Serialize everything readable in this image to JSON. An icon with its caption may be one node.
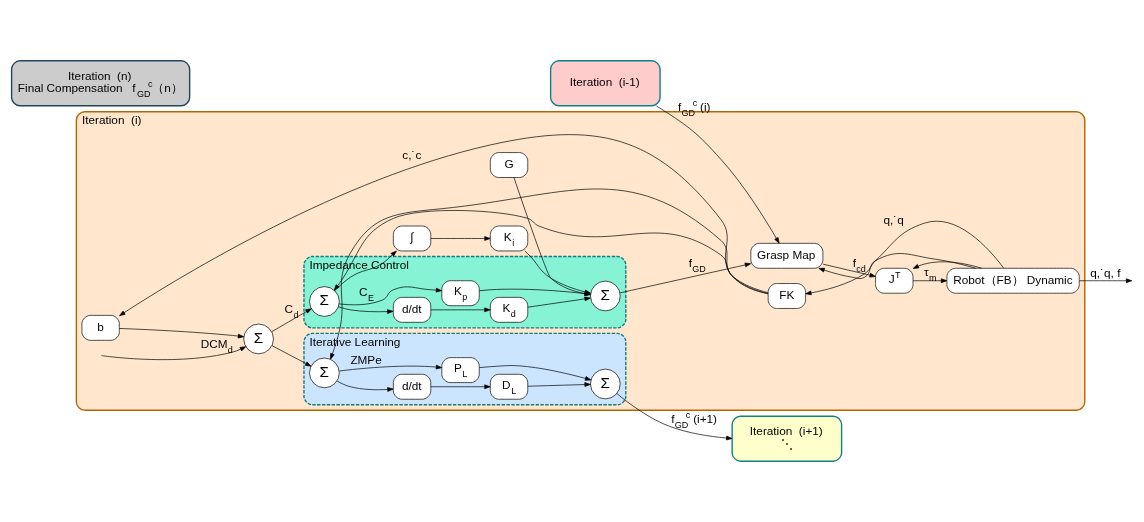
{
  "diagram": {
    "nodes": [
      {
        "text": [
          "Iteration  (i-1)"
        ]
      },
      {
        "text": [
          "Iteration  (i)"
        ]
      },
      {
        "text": [
          "Σ"
        ],
        "in": 1
      },
      {
        "text": [
          "b"
        ],
        "in": 1
      },
      {
        "text": [
          "Impedance Control"
        ],
        "in": 1
      },
      {
        "text": [
          "Σ"
        ],
        "in": 4
      },
      {
        "text": [
          "d/dt"
        ],
        "in": 4
      },
      {
        "text": [
          "K$_{d}$"
        ],
        "in": 4
      },
      {
        "text": [
          "K$_{p}$"
        ],
        "in": 4
      },
      {
        "text": [
          "Σ"
        ],
        "in": 4
      },
      {
        "text": [
          "∫"
        ],
        "in": 1
      },
      {
        "text": [
          "K$_{i}$"
        ],
        "in": 1
      },
      {
        "text": [
          "G"
        ],
        "in": 1
      },
      {
        "text": [
          "Grasp Map"
        ],
        "in": 1
      },
      {
        "text": [
          "J$^{T}$"
        ],
        "in": 1
      },
      {
        "text": [
          "Robot（FB） Dynamic"
        ],
        "in": 1
      },
      {
        "text": [
          "FK"
        ],
        "in": 1
      },
      {
        "text": [
          "Iterative Learning"
        ],
        "in": 1
      },
      {
        "text": [
          "Σ"
        ],
        "in": 17
      },
      {
        "text": [
          "d/dt"
        ],
        "in": 17
      },
      {
        "text": [
          "P$_{L}$"
        ],
        "in": 17
      },
      {
        "text": [
          "D$_{L}$"
        ],
        "in": 17
      },
      {
        "text": [
          "Σ"
        ],
        "in": 17
      },
      {
        "text": [
          "Iteration  (i+1)",
          "⋱"
        ]
      },
      {
        "text": [
          "Iteration  (n)",
          "Final Compensation   f$_{GD}$$^{c}$（n）"
        ]
      }
    ],
    "edges": [
      {
        "from": null,
        "to": 2,
        "arrow": "to",
        "label": "DCM$_{d}$"
      },
      {
        "from": 2,
        "to": 5,
        "arrow": "to",
        "label": "C$_{d}$"
      },
      {
        "from": 3,
        "to": 2,
        "arrow": "to"
      },
      {
        "from": 5,
        "to": 6,
        "arrow": "to"
      },
      {
        "from": 5,
        "to": 8,
        "arrow": "to",
        "label": "C$_{E}$"
      },
      {
        "from": 5,
        "to": 10,
        "arrow": "to"
      },
      {
        "from": 6,
        "to": 7,
        "arrow": "to"
      },
      {
        "from": 7,
        "to": 9,
        "arrow": "to"
      },
      {
        "from": 8,
        "to": 9,
        "arrow": "to"
      },
      {
        "from": 10,
        "to": 11,
        "arrow": "to"
      },
      {
        "from": 11,
        "to": 9,
        "arrow": "to"
      },
      {
        "from": 12,
        "to": 9,
        "arrow": "to"
      },
      {
        "from": 9,
        "to": 13,
        "arrow": "to",
        "label": "f$_{GD}$"
      },
      {
        "from": 0,
        "to": 13,
        "arrow": "to",
        "label": "f$_{GD}$$^{c}$  (i)"
      },
      {
        "from": 13,
        "to": 14,
        "arrow": "to",
        "label": "f$_{cd}$"
      },
      {
        "from": 14,
        "to": 15,
        "arrow": "to",
        "label": "τ$_{m}$"
      },
      {
        "from": 15,
        "to": null,
        "arrow": "to",
        "label": "q,˙q, f"
      },
      {
        "from": 15,
        "to": 16,
        "arrow": "to",
        "label": "q,˙q"
      },
      {
        "from": 15,
        "to": 13,
        "arrow": "to"
      },
      {
        "from": 15,
        "to": 14,
        "arrow": "to"
      },
      {
        "from": 16,
        "to": 3,
        "arrow": "to",
        "label": "c,˙c"
      },
      {
        "from": 16,
        "to": 5,
        "arrow": "to"
      },
      {
        "from": 16,
        "to": 18,
        "arrow": "to"
      },
      {
        "from": 2,
        "to": 18,
        "arrow": "to"
      },
      {
        "from": 18,
        "to": 20,
        "arrow": "to",
        "label": "ZMPe"
      },
      {
        "from": 18,
        "to": 19,
        "arrow": "to"
      },
      {
        "from": 19,
        "to": 21,
        "arrow": "to"
      },
      {
        "from": 20,
        "to": 22,
        "arrow": "to"
      },
      {
        "from": 21,
        "to": 22,
        "arrow": "to"
      },
      {
        "from": 22,
        "to": 23,
        "arrow": "to",
        "label": "f$_{GD}$$^{c}$  (i+1)"
      }
    ]
  }
}
